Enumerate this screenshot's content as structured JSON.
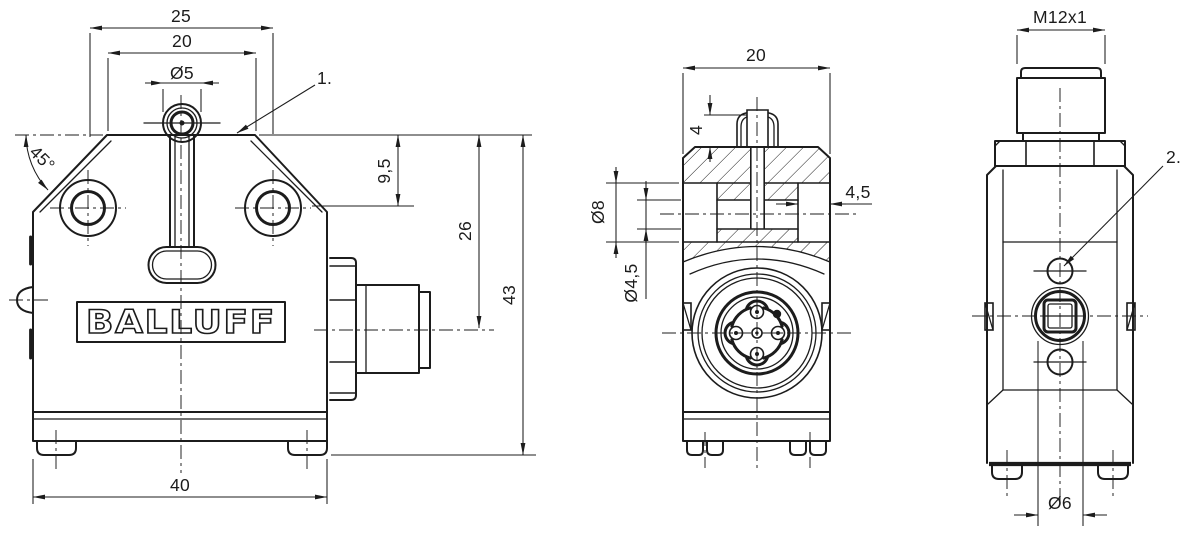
{
  "drawing": {
    "brand": "BALLUFF",
    "front": {
      "d25": "25",
      "d20": "20",
      "d5": "Ø5",
      "d45": "45°",
      "d95": "9,5",
      "d26": "26",
      "d43": "43",
      "d40": "40",
      "leader": "1."
    },
    "section": {
      "d20": "20",
      "d4": "4",
      "d8": "Ø8",
      "d45dia": "Ø4,5",
      "d45depth": "4,5"
    },
    "side": {
      "thread": "M12x1",
      "d6": "Ø6",
      "leader": "2."
    }
  }
}
